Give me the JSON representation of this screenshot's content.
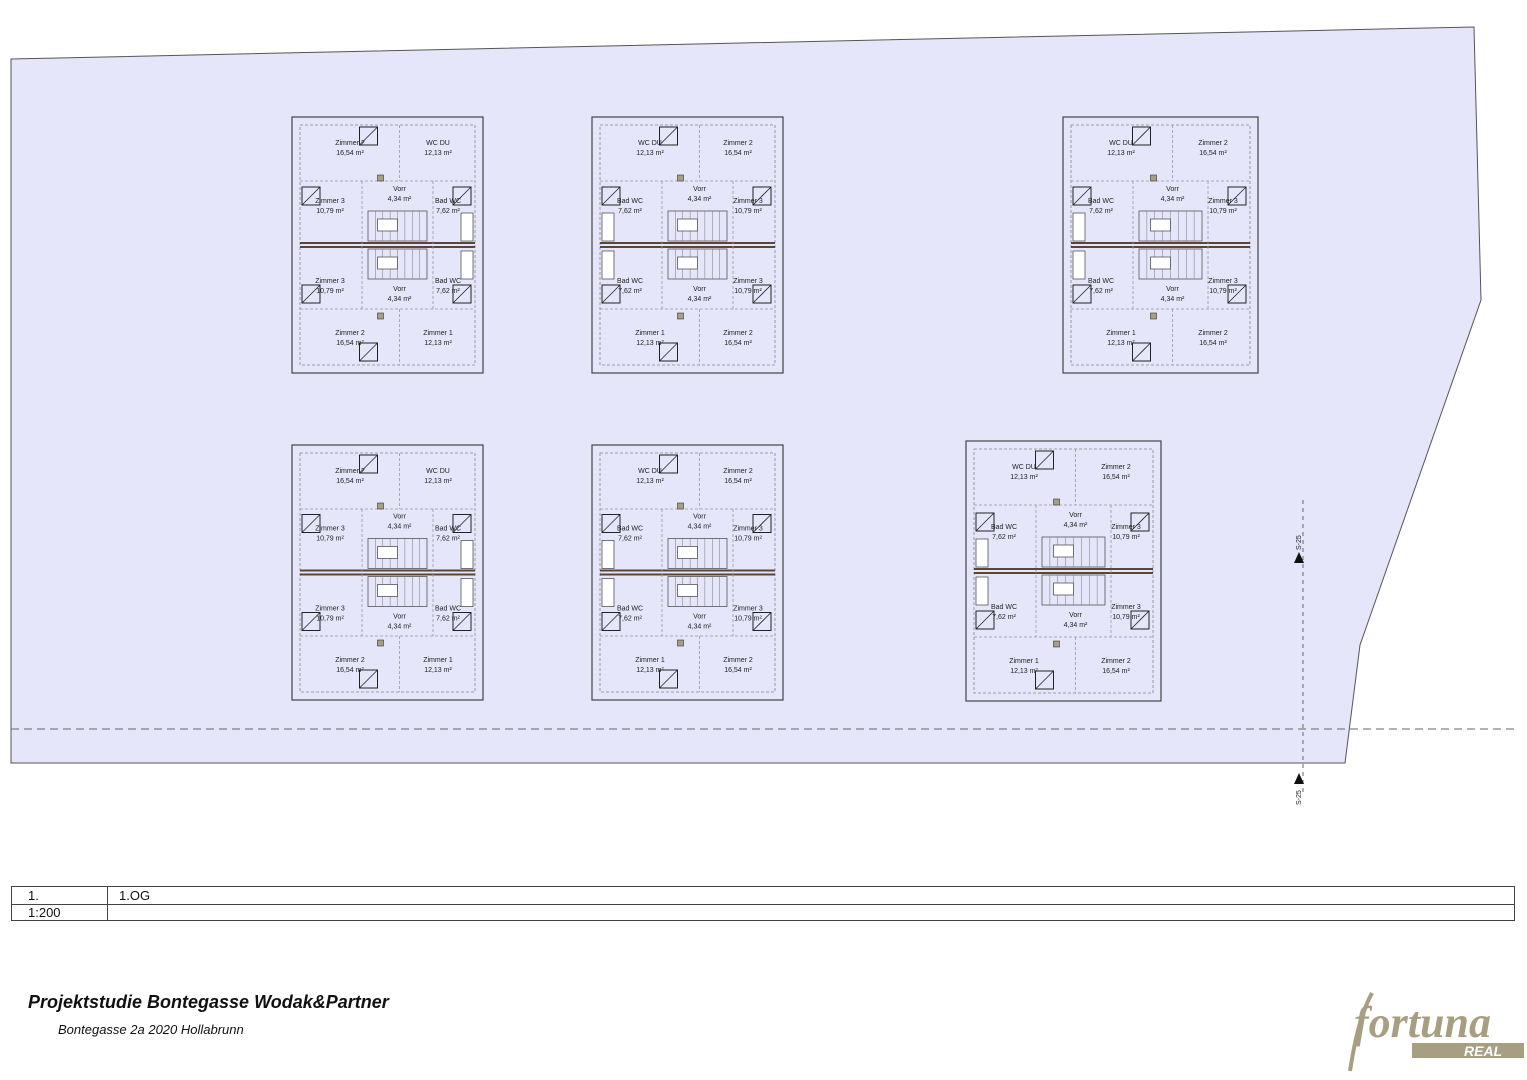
{
  "legend": {
    "row1": {
      "number": "1.",
      "name": "1.OG"
    },
    "row2": {
      "scale": "1:200"
    }
  },
  "project": {
    "title": "Projektstudie Bontegasse Wodak&Partner",
    "address": "Bontegasse 2a   2020 Hollabrunn"
  },
  "logo": {
    "word": "fortuna",
    "sub": "REAL",
    "color": "#a89e82"
  },
  "section_marker": {
    "label": "S-25"
  },
  "colors": {
    "site": "#e6e6fa",
    "wall": "#5a4536"
  },
  "rooms": {
    "zimmer2": {
      "name": "Zimmer 2",
      "area": "16,54 m²"
    },
    "wcdu": {
      "name": "WC DU",
      "area": "12,13 m²"
    },
    "zimmer1": {
      "name": "Zimmer 1",
      "area": "12,13 m²"
    },
    "zimmer3": {
      "name": "Zimmer 3",
      "area": "10,79 m²"
    },
    "vorr": {
      "name": "Vorr",
      "area": "4,34 m²"
    },
    "badwc": {
      "name": "Bad WC",
      "area": "7,62 m²"
    }
  },
  "houses": [
    {
      "id": "house-1",
      "top_left": "zimmer2",
      "top_right": "wcdu",
      "bottom_left": "zimmer2",
      "bottom_right": "zimmer1",
      "mid_left": "zimmer3",
      "mid_right": "badwc"
    },
    {
      "id": "house-2",
      "top_left": "wcdu",
      "top_right": "zimmer2",
      "bottom_left": "zimmer1",
      "bottom_right": "zimmer2",
      "mid_left": "badwc",
      "mid_right": "zimmer3"
    },
    {
      "id": "house-3",
      "top_left": "wcdu",
      "top_right": "zimmer2",
      "bottom_left": "zimmer1",
      "bottom_right": "zimmer2",
      "mid_left": "badwc",
      "mid_right": "zimmer3"
    },
    {
      "id": "house-4",
      "top_left": "zimmer2",
      "top_right": "wcdu",
      "bottom_left": "zimmer2",
      "bottom_right": "zimmer1",
      "mid_left": "zimmer3",
      "mid_right": "badwc"
    },
    {
      "id": "house-5",
      "top_left": "wcdu",
      "top_right": "zimmer2",
      "bottom_left": "zimmer1",
      "bottom_right": "zimmer2",
      "mid_left": "badwc",
      "mid_right": "zimmer3"
    },
    {
      "id": "house-6",
      "top_left": "wcdu",
      "top_right": "zimmer2",
      "bottom_left": "zimmer1",
      "bottom_right": "zimmer2",
      "mid_left": "badwc",
      "mid_right": "zimmer3"
    }
  ]
}
